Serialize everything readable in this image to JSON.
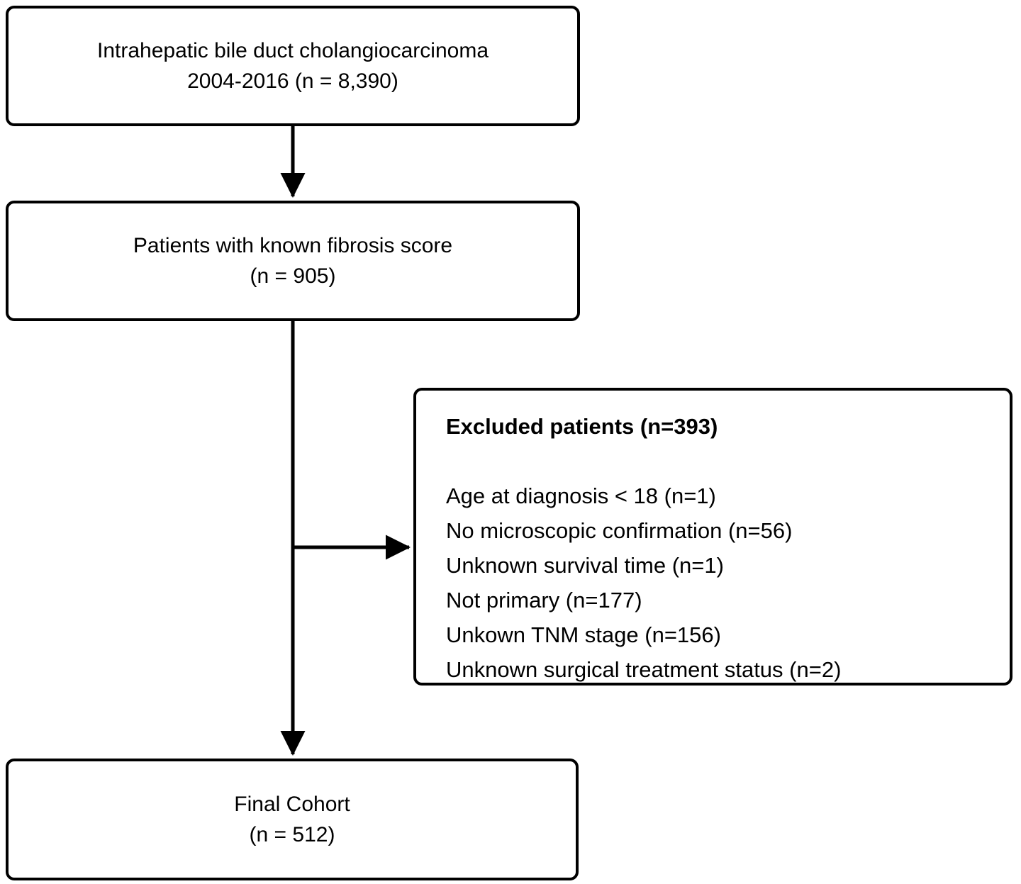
{
  "diagram": {
    "top_box": {
      "line1": "Intrahepatic bile duct cholangiocarcinoma",
      "line2": "2004-2016 (n = 8,390)"
    },
    "fibrosis_box": {
      "line1": "Patients with known fibrosis score",
      "line2": "(n = 905)"
    },
    "excluded_box": {
      "title": "Excluded patients (n=393)",
      "items": [
        "Age at diagnosis < 18 (n=1)",
        "No microscopic confirmation (n=56)",
        "Unknown survival time (n=1)",
        "Not primary (n=177)",
        "Unkown TNM stage (n=156)",
        "Unknown surgical treatment status (n=2)"
      ]
    },
    "final_box": {
      "line1": "Final Cohort",
      "line2": "(n = 512)"
    }
  },
  "colors": {
    "border": "#000000",
    "background": "#ffffff",
    "text": "#000000"
  }
}
